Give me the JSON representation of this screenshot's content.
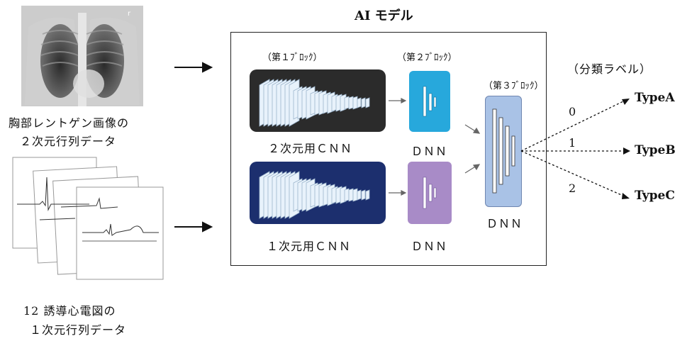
{
  "model_title": "AI モデル",
  "inputs": {
    "xray_label_line1": "胸部レントゲン画像の",
    "xray_label_line2": "２次元行列データ",
    "ecg_label_line1": "12 誘導心電図の",
    "ecg_label_line2": "１次元行列データ"
  },
  "blocks": {
    "block1_label": "（第１ﾌﾞﾛｯｸ）",
    "block2_label": "（第２ﾌﾞﾛｯｸ）",
    "block3_label": "（第３ﾌﾞﾛｯｸ）",
    "cnn2d_label": "２次元用ＣＮＮ",
    "cnn1d_label": "１次元用ＣＮＮ",
    "dnn_top_label": "ＤＮＮ",
    "dnn_bottom_label": "ＤＮＮ",
    "dnn_final_label": "ＤＮＮ"
  },
  "outputs": {
    "header": "（分類ラベル）",
    "items": [
      {
        "index": "0",
        "label": "TypeA"
      },
      {
        "index": "1",
        "label": "TypeB"
      },
      {
        "index": "2",
        "label": "TypeC"
      }
    ]
  },
  "colors": {
    "cnn2d_bg": "#2b2b2b",
    "cnn1d_bg": "#1c2f6e",
    "dnn_top": "#27a8dc",
    "dnn_bottom": "#a88bc7",
    "dnn_final": "#a9c2e6"
  }
}
